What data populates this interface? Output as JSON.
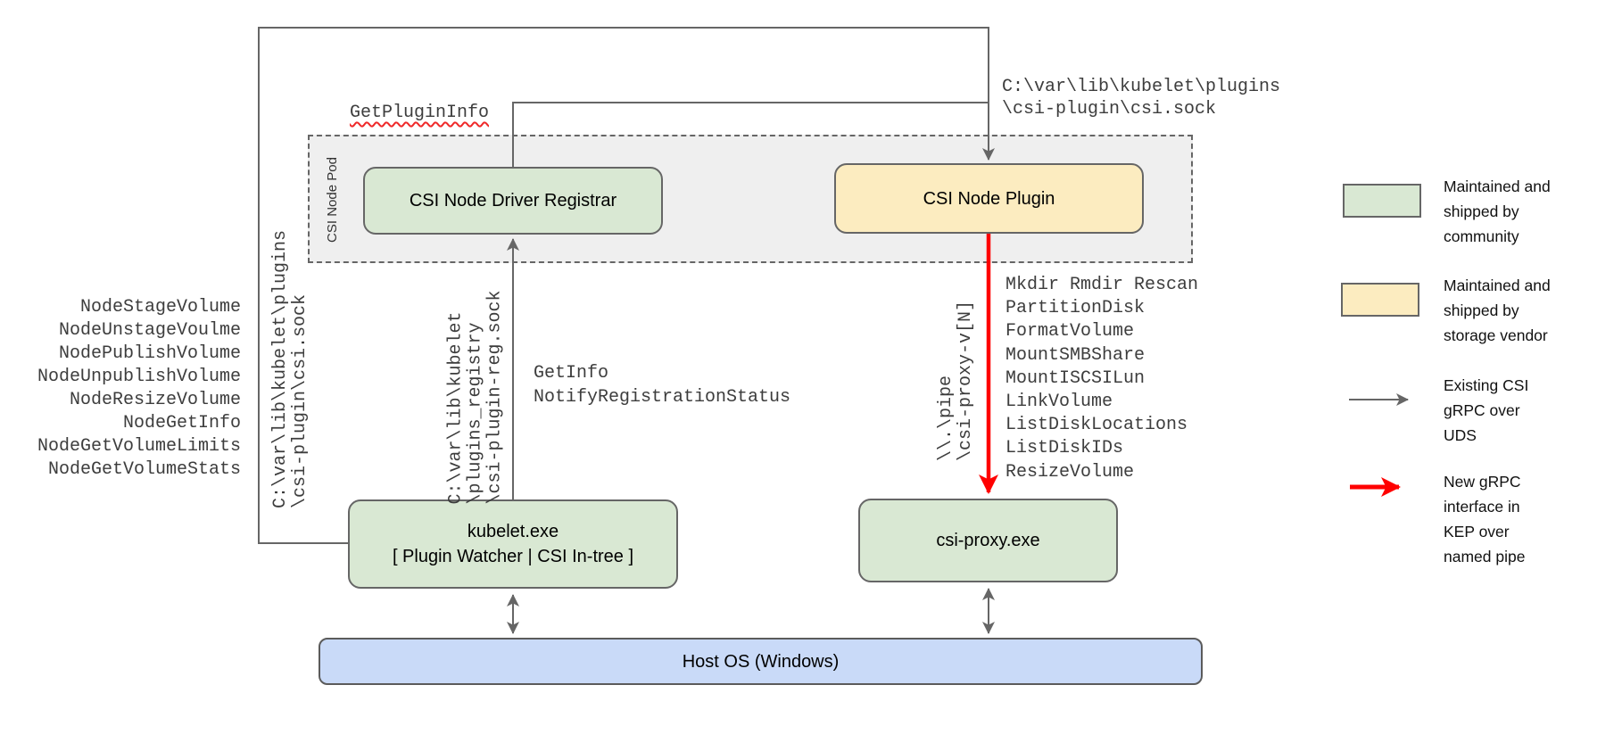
{
  "diagram": {
    "pod_label": "CSI Node Pod",
    "boxes": {
      "registrar": "CSI Node Driver Registrar",
      "plugin": "CSI Node Plugin",
      "kubelet_line1": "kubelet.exe",
      "kubelet_line2": "[ Plugin Watcher | CSI In-tree ]",
      "csi_proxy": "csi-proxy.exe",
      "host_os": "Host OS (Windows)"
    },
    "labels": {
      "get_plugin_info": "GetPluginInfo",
      "csi_sock_lines": [
        "C:\\var\\lib\\kubelet\\plugins",
        "\\csi-plugin\\csi.sock"
      ],
      "plugins_path_rotated": [
        "C:\\var\\lib\\kubelet\\plugins",
        "\\csi-plugin\\csi.sock"
      ],
      "registry_path_rotated": [
        "C:\\var\\lib\\kubelet",
        "\\plugins_registry",
        "\\csi-plugin-reg.sock"
      ],
      "pipe_path_rotated": [
        "\\\\.\\pipe",
        "\\csi-proxy-v[N]"
      ],
      "registration_calls": [
        "GetInfo",
        "NotifyRegistrationStatus"
      ]
    },
    "node_methods": [
      "NodeStageVolume",
      "NodeUnstageVoulme",
      "NodePublishVolume",
      "NodeUnpublishVolume",
      "NodeResizeVolume",
      "NodeGetInfo",
      "NodeGetVolumeLimits",
      "NodeGetVolumeStats"
    ],
    "proxy_methods": [
      "Mkdir Rmdir Rescan",
      "PartitionDisk",
      "FormatVolume",
      "MountSMBShare",
      "MountISCSILun",
      "LinkVolume",
      "ListDiskLocations",
      "ListDiskIDs",
      "ResizeVolume"
    ]
  },
  "legend": {
    "community": [
      "Maintained and",
      "shipped by",
      "community"
    ],
    "vendor": [
      "Maintained and",
      "shipped by",
      "storage vendor"
    ],
    "existing": [
      "Existing CSI",
      "gRPC over",
      "UDS"
    ],
    "new": [
      "New gRPC",
      "interface in",
      "KEP over",
      "named pipe"
    ]
  },
  "colors": {
    "community_green": "#d9e8d3",
    "vendor_yellow": "#fcecc0",
    "host_blue": "#c9daf8",
    "connector_gray": "#666666",
    "new_interface_red": "#ff0000",
    "pod_fill": "#efefef",
    "squiggle_red": "#ef2929"
  }
}
